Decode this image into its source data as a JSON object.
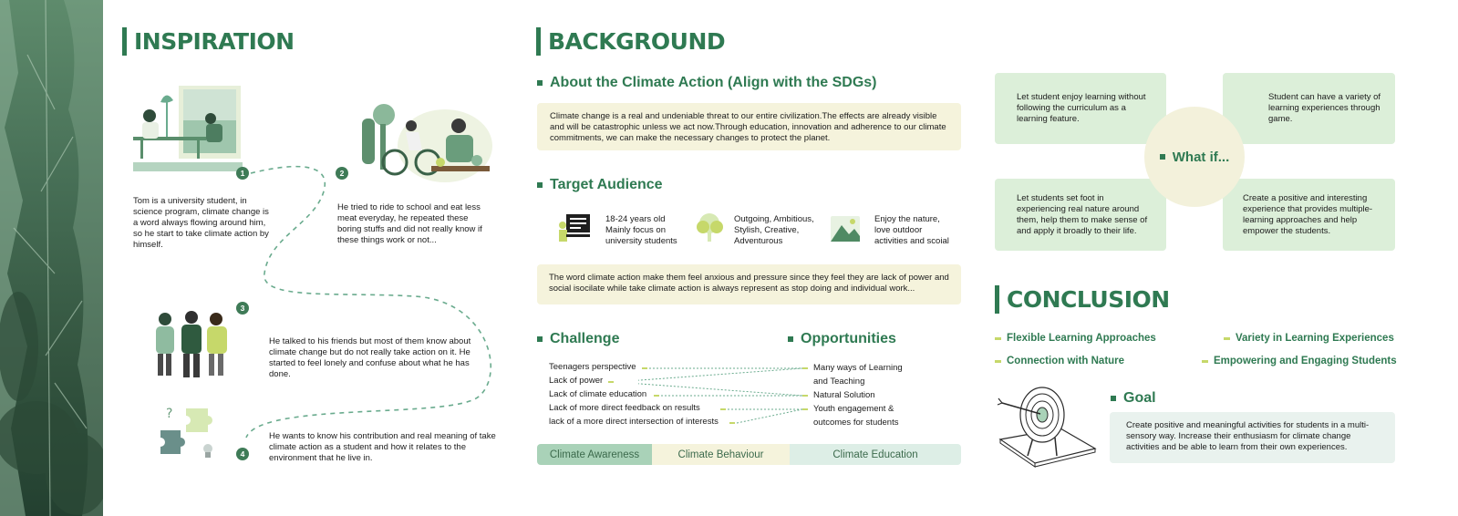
{
  "inspiration": {
    "title": "INSPIRATION",
    "steps": [
      {
        "num": "1",
        "text": "Tom is a university student, in science program, climate change is a word always flowing around him, so he start to take climate action by himself."
      },
      {
        "num": "2",
        "text": "He tried to ride to school and eat less meat everyday, he repeated these boring stuffs and did not really know if these things work or not..."
      },
      {
        "num": "3",
        "text": "He talked to his friends but most of them know about climate change but do not really take action on it. He started to feel lonely and confuse about what he has done."
      },
      {
        "num": "4",
        "text": "He wants to know his contribution and real meaning of take  climate action as a student and how it relates to the environment that he live in."
      }
    ]
  },
  "background": {
    "title": "BACKGROUND",
    "about": {
      "heading": "About the Climate Action (Align with the SDGs)",
      "text": "Climate change is a real and undeniable threat to our entire civilization.The effects are already visible and will be catastrophic unless we act now.Through education, innovation and adherence to our climate commitments, we can make the necessary changes to protect the planet."
    },
    "target": {
      "heading": "Target Audience",
      "items": [
        {
          "text": "18-24 years old\nMainly focus on\nuniversity students"
        },
        {
          "text": "Outgoing, Ambitious,\nStylish, Creative,\nAdventurous"
        },
        {
          "text": "Enjoy the nature,\nlove outdoor\nactivities and scoial"
        }
      ],
      "note": "The word climate action make them feel anxious and pressure since they feel they are lack of power and social isocilate while take climate action is always represent as stop doing and individual work..."
    },
    "challenge": {
      "heading": "Challenge",
      "items": [
        "Teenagers perspective",
        "Lack of power",
        "Lack of climate education",
        "Lack of more direct feedback on results",
        "lack of a more direct intersection of interests"
      ]
    },
    "opportunities": {
      "heading": "Opportunities",
      "items": [
        "Many ways of Learning\nand Teaching",
        "Natural Solution",
        "Youth engagement &\noutcomes for students"
      ]
    },
    "tabs": [
      "Climate Awareness",
      "Climate Behaviour",
      "Climate Education"
    ]
  },
  "whatif": {
    "center": "What if...",
    "boxes": [
      "Let student enjoy learning without following the curriculum as a learning feature.",
      "Student can have a variety of learning experiences through game.",
      "Let students set foot in experiencing real nature around them, help them to make sense of and apply it broadly to their life.",
      "Create a positive and interesting experience that provides multiple-learning approaches and help empower the students."
    ]
  },
  "conclusion": {
    "title": "CONCLUSION",
    "items": [
      "Flexible Learning Approaches",
      "Variety in Learning Experiences",
      "Connection with Nature",
      "Empowering and Engaging Students"
    ],
    "goal": {
      "heading": "Goal",
      "text": "Create positive and meaningful activities for students in a multi-sensory way. Increase their enthusiasm for climate change activities and be able to learn from their own experiences."
    }
  },
  "colors": {
    "primary": "#2f7a52",
    "accent": "#c6d86a",
    "cream": "#f5f3dc",
    "mint": "#dcefd9"
  }
}
